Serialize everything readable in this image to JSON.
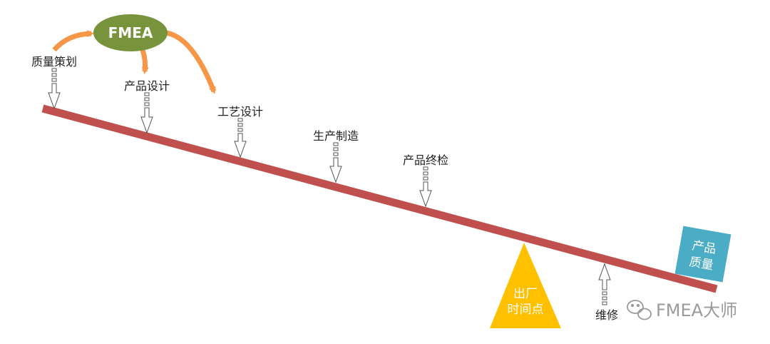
{
  "fmea_label": "FMEA",
  "stages": [
    {
      "label": "质量策划"
    },
    {
      "label": "产品设计"
    },
    {
      "label": "工艺设计"
    },
    {
      "label": "生产制造"
    },
    {
      "label": "产品终检"
    }
  ],
  "fulcrum": {
    "line1": "出厂",
    "line2": "时间点"
  },
  "maintenance_label": "维修",
  "quality_box": {
    "line1": "产品",
    "line2": "质量"
  },
  "watermark": "FMEA大师",
  "colors": {
    "beam": "#c0504d",
    "fmea": "#77933c",
    "arrow": "#f79646",
    "fulcrum": "#ffc000",
    "quality": "#4bacc6"
  }
}
